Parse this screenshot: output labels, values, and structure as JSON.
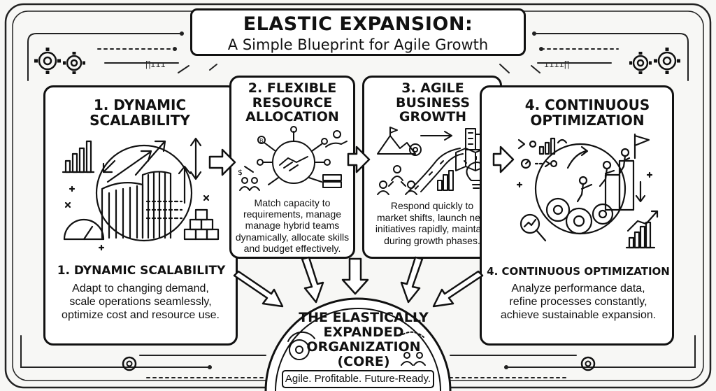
{
  "title": {
    "line1": "ELASTIC EXPANSION:",
    "line2": "A Simple Blueprint for Agile Growth"
  },
  "panels": [
    {
      "heading": "1. DYNAMIC SCALABILITY",
      "subheading": "1. DYNAMIC SCALABILITY",
      "lines": [
        "Adapt to changing demand,",
        "scale operations seamlessly,",
        "optimize cost and resource use."
      ]
    },
    {
      "heading": "2. FLEXIBLE RESOURCE ALLOCATION",
      "lines": [
        "Match capacity to",
        "requirements, manage",
        "manage hybrid teams",
        "dynamically, allocate skills",
        "and budget effectively."
      ]
    },
    {
      "heading": "3. AGILE BUSINESS GROWTH",
      "lines": [
        "Respond quickly to",
        "market shifts, launch new",
        "initiatives rapidly, maintain",
        "during growth phases."
      ]
    },
    {
      "heading": "4. CONTINUOUS OPTIMIZATION",
      "subheading": "4. CONTINUOUS OPTIMIZATION",
      "lines": [
        "Analyze performance data,",
        "refine processes constantly,",
        "achieve sustainable expansion."
      ]
    }
  ],
  "core": {
    "title_lines": [
      "THE ELASTICALLY",
      "EXPANDED",
      "ORGANIZATION",
      "(CORE)"
    ],
    "tagline": "Agile. Profitable. Future-Ready."
  },
  "icons": [
    "gear-icon",
    "bar-chart-icon",
    "up-arrow-icon",
    "handshake-icon",
    "people-icon",
    "dollar-icon",
    "server-icon",
    "lightbulb-icon",
    "city-icon",
    "map-icon",
    "road-icon",
    "mountain-flag-icon",
    "magnifier-icon",
    "stopwatch-icon",
    "gauge-icon",
    "blocks-icon",
    "flag-icon",
    "climbers-icon",
    "hand-gear-icon"
  ]
}
